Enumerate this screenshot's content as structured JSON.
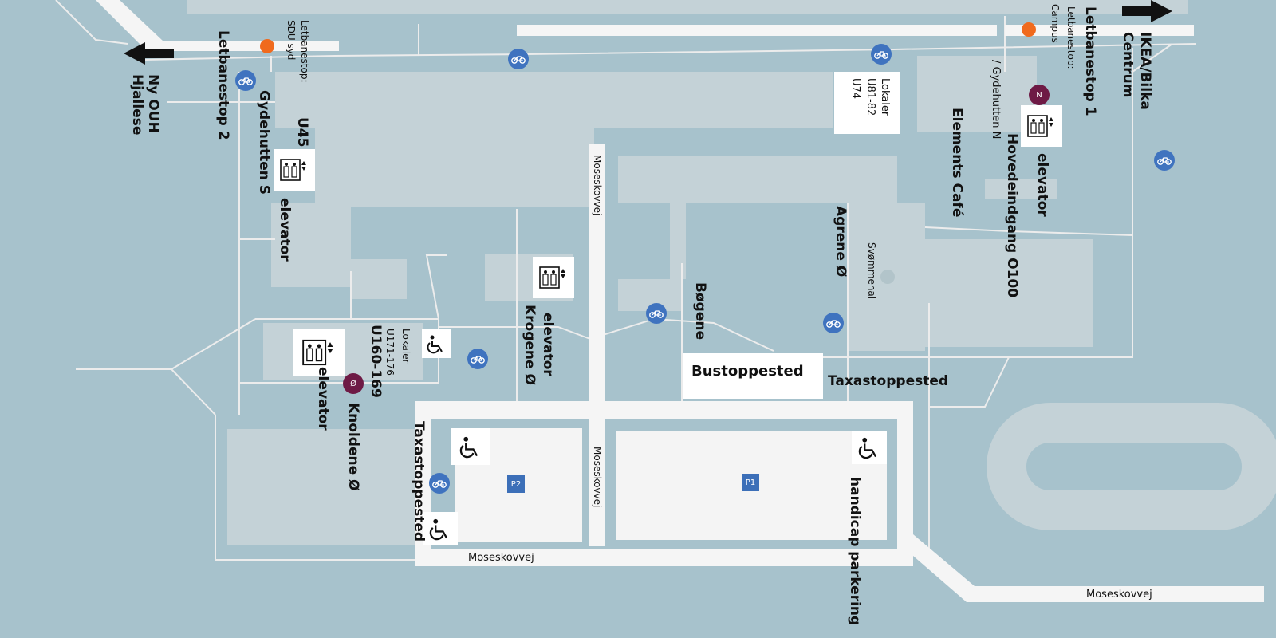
{
  "colors": {
    "water": "#a7c2cc",
    "building": "#c4d2d7",
    "road": "#f5f5f5",
    "parking": "#f4f4f4",
    "bike": "#3f73bf",
    "entrance": "#6e1a45",
    "tram_stop": "#f06a1d"
  },
  "labels": {
    "ny_ouh": "Ny OUH Hjallese",
    "letbanestop2": "Letbanestop 2",
    "letbanestop_sdu_prefix": "Letbanestop:",
    "letbanestop_sdu_name": "SDU syd",
    "gydehutten_s": "Gydehutten S",
    "u45": "U45",
    "elevator_gyd": "elevator",
    "mosekovvej_vertical_top": "Moseskovvej",
    "lokaler_u81_line1": "Lokaler",
    "lokaler_u81_line2": "U81-82",
    "lokaler_u81_line3": "U74",
    "elements_cafe": "Elements Café",
    "hovedeindgang_line1": "Hovedeindgang O100",
    "hovedeindgang_line2": "/ Gydehutten N",
    "letbanestop_campus_prefix": "Letbanestop:",
    "letbanestop_campus_name": "Campus",
    "letbanestop1": "Letbanestop 1",
    "ikea_line1": "IKEA/Bilka",
    "ikea_line2": "Centrum",
    "elevator_right": "elevator",
    "agrene": "Agrene Ø",
    "svommehal": "Svømmehal",
    "bogene": "Bøgene",
    "krogene": "Krogene Ø",
    "elevator_krogene": "elevator",
    "lokaler_u171_line1": "Lokaler",
    "lokaler_u171_line2": "U171-176",
    "u160": "U160-169",
    "elevator_knoldene": "elevator",
    "knoldene": "Knoldene Ø",
    "taxa_vertical": "Taxastoppested",
    "bustoppested": "Bustoppested",
    "taxastoppested": "Taxastoppested",
    "moseskovvej_vertical_mid": "Moseskovvej",
    "moseskovvej_bottom": "Moseskovvej",
    "moseskovvej_right": "Moseskovvej",
    "handicap": "handicap parkering",
    "p1": "P1",
    "p2": "P2",
    "entrance_n": "N",
    "entrance_o": "Ø"
  },
  "icons": [
    "bike-parking-icon",
    "elevator-icon",
    "handicap-icon",
    "entrance-marker",
    "tram-stop-dot",
    "parking-badge",
    "arrow-left-icon",
    "arrow-right-icon"
  ]
}
